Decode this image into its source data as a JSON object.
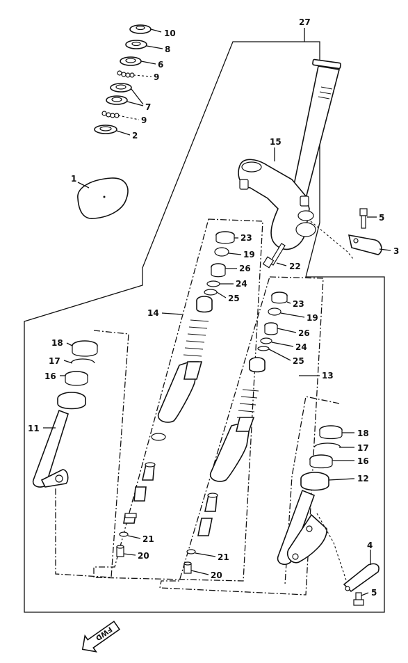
{
  "callouts": [
    {
      "id": "c10",
      "text": "10"
    },
    {
      "id": "c8",
      "text": "8"
    },
    {
      "id": "c6",
      "text": "6"
    },
    {
      "id": "c9a",
      "text": "9"
    },
    {
      "id": "c7",
      "text": "7"
    },
    {
      "id": "c9b",
      "text": "9"
    },
    {
      "id": "c2",
      "text": "2"
    },
    {
      "id": "c1",
      "text": "1"
    },
    {
      "id": "c27",
      "text": "27"
    },
    {
      "id": "c15",
      "text": "15"
    },
    {
      "id": "c5a",
      "text": "5"
    },
    {
      "id": "c3",
      "text": "3"
    },
    {
      "id": "c22",
      "text": "22"
    },
    {
      "id": "c23a",
      "text": "23"
    },
    {
      "id": "c19a",
      "text": "19"
    },
    {
      "id": "c26a",
      "text": "26"
    },
    {
      "id": "c24a",
      "text": "24"
    },
    {
      "id": "c25a",
      "text": "25"
    },
    {
      "id": "c14",
      "text": "14"
    },
    {
      "id": "c23b",
      "text": "23"
    },
    {
      "id": "c19b",
      "text": "19"
    },
    {
      "id": "c26b",
      "text": "26"
    },
    {
      "id": "c24b",
      "text": "24"
    },
    {
      "id": "c25b",
      "text": "25"
    },
    {
      "id": "c13",
      "text": "13"
    },
    {
      "id": "c18a",
      "text": "18"
    },
    {
      "id": "c17a",
      "text": "17"
    },
    {
      "id": "c16a",
      "text": "16"
    },
    {
      "id": "c11",
      "text": "11"
    },
    {
      "id": "c18b",
      "text": "18"
    },
    {
      "id": "c17b",
      "text": "17"
    },
    {
      "id": "c16b",
      "text": "16"
    },
    {
      "id": "c12",
      "text": "12"
    },
    {
      "id": "c21a",
      "text": "21"
    },
    {
      "id": "c20a",
      "text": "20"
    },
    {
      "id": "c21b",
      "text": "21"
    },
    {
      "id": "c20b",
      "text": "20"
    },
    {
      "id": "c4",
      "text": "4"
    },
    {
      "id": "c5b",
      "text": "5"
    }
  ],
  "direction_arrow": {
    "text": "FWD",
    "icon": "forward-arrow-icon"
  }
}
